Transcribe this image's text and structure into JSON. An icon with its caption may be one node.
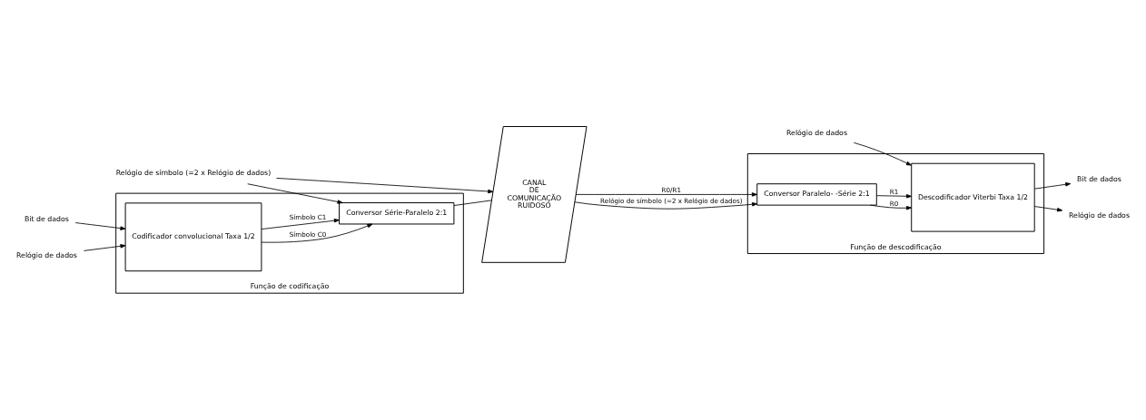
{
  "diagram": {
    "nodes": [
      {
        "text": [
          "Função de codificação"
        ]
      },
      {
        "text": [
          "Codificador convolucional Taxa 1/2"
        ],
        "in": 0
      },
      {
        "text": [
          "Conversor Série-Paralelo 2:1"
        ],
        "in": 0
      },
      {
        "text": [
          "CANAL DE COMUNICAÇÃO RUIDOSO"
        ]
      },
      {
        "text": [
          "Função de descodificação"
        ]
      },
      {
        "text": [
          "Conversor Paralelo- -Série 2:1"
        ],
        "in": 4
      },
      {
        "text": [
          "Descodificador Viterbi Taxa 1/2"
        ],
        "in": 4
      },
      {
        "text": [
          "Bit de dados"
        ]
      },
      {
        "text": [
          "Relógio de dados"
        ]
      },
      {
        "text": [
          "Relógio de símbolo (=2 x Relógio de dados)"
        ]
      },
      {
        "text": [
          "Bit de dados"
        ]
      },
      {
        "text": [
          "Relógio de dados"
        ]
      },
      {
        "text": [
          "Relógio de dados"
        ]
      }
    ],
    "edges": [
      {
        "from": 7,
        "to": 1,
        "arrow": "to"
      },
      {
        "from": 8,
        "to": 1,
        "arrow": "to"
      },
      {
        "from": 1,
        "to": 2,
        "arrow": "to",
        "label": "Símbolo C0"
      },
      {
        "from": 1,
        "to": 2,
        "arrow": "to",
        "label": "Símbolo C1"
      },
      {
        "from": 9,
        "to": 2,
        "arrow": "to"
      },
      {
        "from": 9,
        "to": 3,
        "arrow": "to"
      },
      {
        "from": 2,
        "to": 3,
        "arrow": "none"
      },
      {
        "from": 3,
        "to": 5,
        "arrow": "to",
        "label": "R0/R1"
      },
      {
        "from": 3,
        "to": 5,
        "arrow": "to",
        "label": "Relógio de símbolo (=2 x Relógio de dados)"
      },
      {
        "from": 5,
        "to": 6,
        "arrow": "to",
        "label": "R0"
      },
      {
        "from": 5,
        "to": 6,
        "arrow": "to",
        "label": "R1"
      },
      {
        "from": 6,
        "to": 10,
        "arrow": "to"
      },
      {
        "from": 6,
        "to": 11,
        "arrow": "to"
      },
      {
        "from": 12,
        "to": 6,
        "arrow": "to"
      }
    ]
  }
}
